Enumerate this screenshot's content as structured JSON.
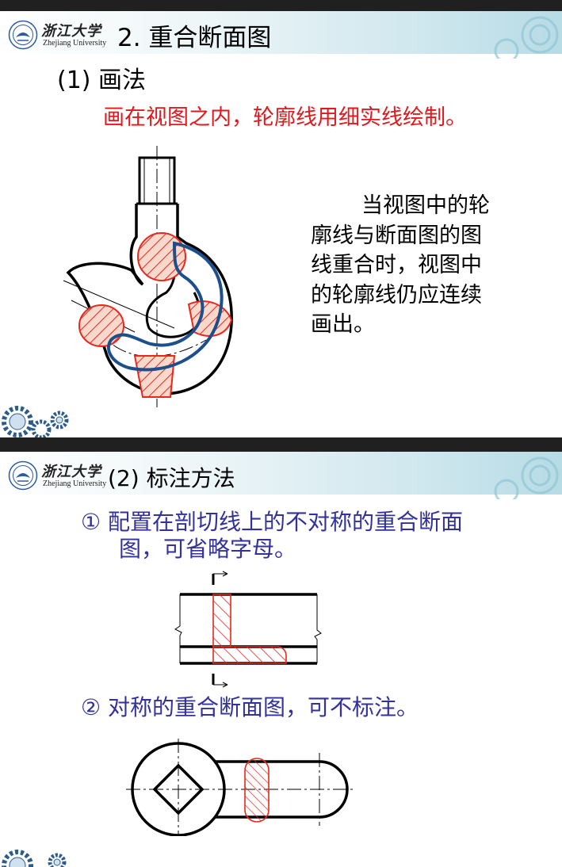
{
  "logo": {
    "cn": "浙江大学",
    "en": "Zhejiang University"
  },
  "slide1": {
    "title": "2. 重合断面图",
    "subtitle": "(1) 画法",
    "red_text": "画在视图之内，轮廓线用细实线绘制。",
    "paragraph_lines": [
      "当视图中的轮",
      "廓线与断面图的图",
      "线重合时，视图中",
      "的轮廓线仍应连续",
      "画出。"
    ]
  },
  "slide2": {
    "title": "(2) 标注方法",
    "item1_lines": [
      "① 配置在剖切线上的不对称的重合断面",
      "图，可省略字母。"
    ],
    "item2": "② 对称的重合断面图，可不标注。"
  },
  "colors": {
    "red_text": "#e0191e",
    "blue_text": "#32329a",
    "outline_blue": "#1c4f8c",
    "hatch_red": "#e8281c",
    "section_fill": "#fbd8cc"
  },
  "icons": [
    "university-seal-icon",
    "gear-decoration-icon"
  ]
}
